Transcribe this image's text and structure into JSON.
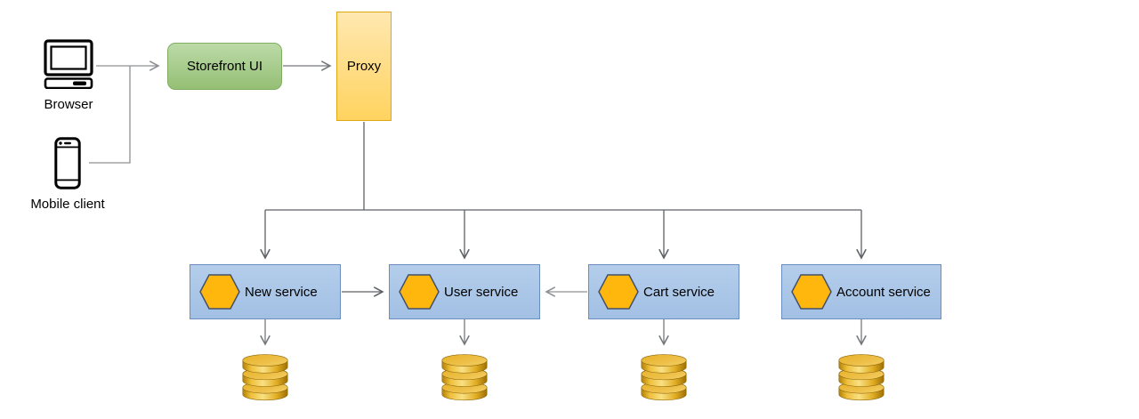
{
  "clients": {
    "browser_label": "Browser",
    "mobile_label": "Mobile client"
  },
  "nodes": {
    "storefront": "Storefront UI",
    "proxy": "Proxy"
  },
  "services": [
    {
      "label": "New service"
    },
    {
      "label": "User service"
    },
    {
      "label": "Cart service"
    },
    {
      "label": "Account service"
    }
  ],
  "databases": [
    {
      "for": "New service"
    },
    {
      "for": "User service"
    },
    {
      "for": "Cart service"
    },
    {
      "for": "Account service"
    }
  ],
  "edges": [
    {
      "from": "Browser",
      "to": "Storefront UI",
      "arrow": "to"
    },
    {
      "from": "Mobile client",
      "to": "Storefront UI",
      "arrow": "to"
    },
    {
      "from": "Storefront UI",
      "to": "Proxy",
      "arrow": "to"
    },
    {
      "from": "Proxy",
      "to": "New service",
      "arrow": "to"
    },
    {
      "from": "Proxy",
      "to": "User service",
      "arrow": "to"
    },
    {
      "from": "Proxy",
      "to": "Cart service",
      "arrow": "to"
    },
    {
      "from": "Proxy",
      "to": "Account service",
      "arrow": "to"
    },
    {
      "from": "New service",
      "to": "User service",
      "arrow": "to"
    },
    {
      "from": "Cart service",
      "to": "User service",
      "arrow": "to"
    },
    {
      "from": "New service",
      "to": "database",
      "arrow": "to"
    },
    {
      "from": "User service",
      "to": "database",
      "arrow": "to"
    },
    {
      "from": "Cart service",
      "to": "database",
      "arrow": "to"
    },
    {
      "from": "Account service",
      "to": "database",
      "arrow": "to"
    }
  ],
  "colors": {
    "storefront_fill": "#a9cd8c",
    "storefront_border": "#7fae62",
    "proxy_fill": "#ffd966",
    "proxy_border": "#e0a817",
    "service_fill": "#a9c4e8",
    "service_border": "#6c8ebf",
    "hexagon_fill": "#ffb60d",
    "hexagon_border": "#44516b",
    "database_gold": "#e2ae24",
    "connector_gray": "#6f7378"
  }
}
